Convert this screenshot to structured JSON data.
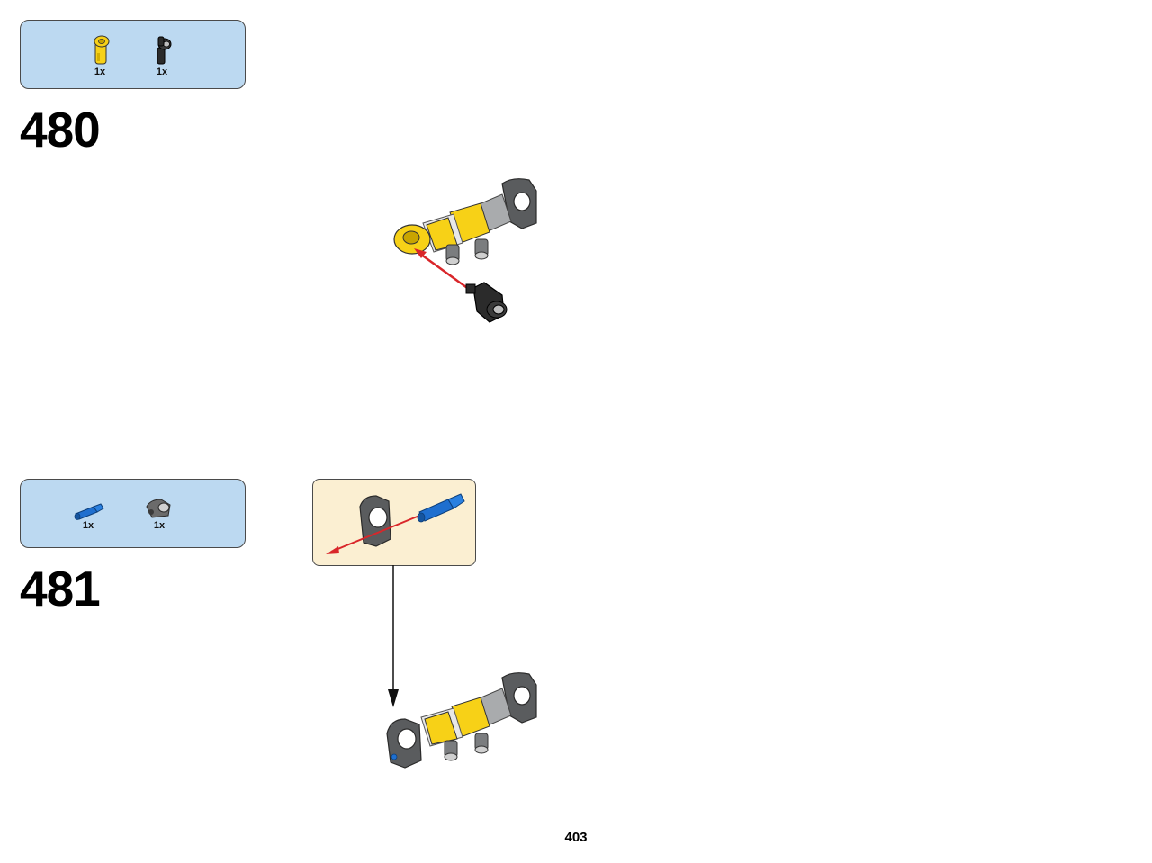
{
  "steps": [
    {
      "number": "480",
      "parts": [
        {
          "icon": "yellow-axle-connector-icon",
          "color": "#f7d117",
          "quantity": "1x"
        },
        {
          "icon": "black-connector-icon",
          "color": "#2b2b2b",
          "quantity": "1x"
        }
      ]
    },
    {
      "number": "481",
      "parts": [
        {
          "icon": "blue-pin-icon",
          "color": "#1f6fcf",
          "quantity": "1x"
        },
        {
          "icon": "gray-pin-connector-icon",
          "color": "#6b6b6b",
          "quantity": "1x"
        }
      ]
    }
  ],
  "colors": {
    "parts_box": "#bcd9f1",
    "subassembly_box": "#fbefd2",
    "assembly_arrow": "#d9262a",
    "yellow": "#f7d117",
    "dark_gray": "#5a5c5e",
    "light_gray": "#a9abad"
  },
  "page": {
    "number": "403"
  }
}
